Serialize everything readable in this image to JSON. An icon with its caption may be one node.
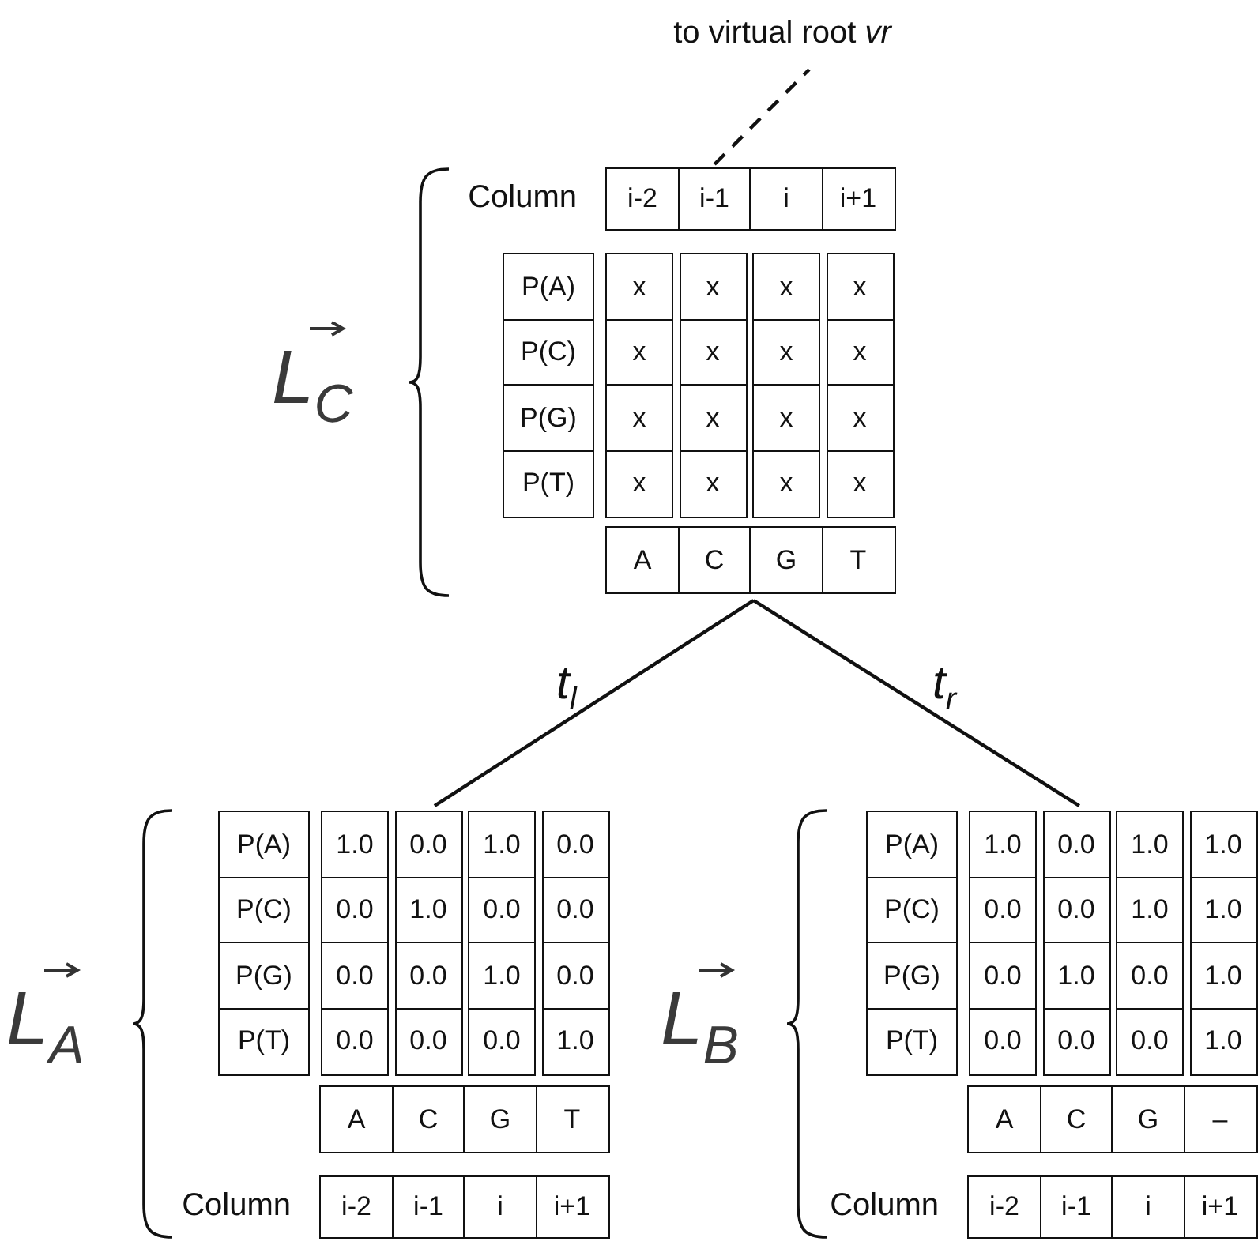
{
  "diagram": {
    "nodes": [
      {
        "text": [
          "to virtual root *vr*"
        ]
      },
      {
        "text": [
          "L$_{C}$"
        ]
      },
      {
        "text": [
          "i-2",
          "i-1",
          "i",
          "i+1"
        ],
        "in": 1,
        "beside": [
          "Column"
        ]
      },
      {
        "text": [
          "P(A)",
          "x",
          "x",
          "x",
          "x",
          "P(C)",
          "x",
          "x",
          "x",
          "x",
          "P(G)",
          "x",
          "x",
          "x",
          "x",
          "P(T)",
          "x",
          "x",
          "x",
          "x"
        ],
        "in": 1
      },
      {
        "text": [
          "A",
          "C",
          "G",
          "T"
        ],
        "in": 1
      },
      {
        "text": [
          "L$_{A}$"
        ]
      },
      {
        "text": [
          "P(A)",
          "1.0",
          "0.0",
          "1.0",
          "0.0",
          "P(C)",
          "0.0",
          "1.0",
          "0.0",
          "0.0",
          "P(G)",
          "0.0",
          "0.0",
          "1.0",
          "0.0",
          "P(T)",
          "0.0",
          "0.0",
          "0.0",
          "1.0"
        ],
        "in": 5
      },
      {
        "text": [
          "A",
          "C",
          "G",
          "T"
        ],
        "in": 5
      },
      {
        "text": [
          "i-2",
          "i-1",
          "i",
          "i+1"
        ],
        "in": 5,
        "beside": [
          "Column"
        ]
      },
      {
        "text": [
          "L$_{B}$"
        ]
      },
      {
        "text": [
          "P(A)",
          "1.0",
          "0.0",
          "1.0",
          "1.0",
          "P(C)",
          "0.0",
          "0.0",
          "1.0",
          "1.0",
          "P(G)",
          "0.0",
          "1.0",
          "0.0",
          "1.0",
          "P(T)",
          "0.0",
          "0.0",
          "0.0",
          "1.0"
        ],
        "in": 9
      },
      {
        "text": [
          "A",
          "C",
          "G",
          "–"
        ],
        "in": 9
      },
      {
        "text": [
          "i-2",
          "i-1",
          "i",
          "i+1"
        ],
        "in": 9,
        "beside": [
          "Column"
        ]
      }
    ],
    "edges": [
      {
        "from": 1,
        "to": 0,
        "arrow": "none",
        "style": "dashed"
      },
      {
        "from": 1,
        "to": 5,
        "arrow": "none",
        "label": "t$_{l}$"
      },
      {
        "from": 1,
        "to": 9,
        "arrow": "none",
        "label": "t$_{r}$"
      }
    ]
  }
}
